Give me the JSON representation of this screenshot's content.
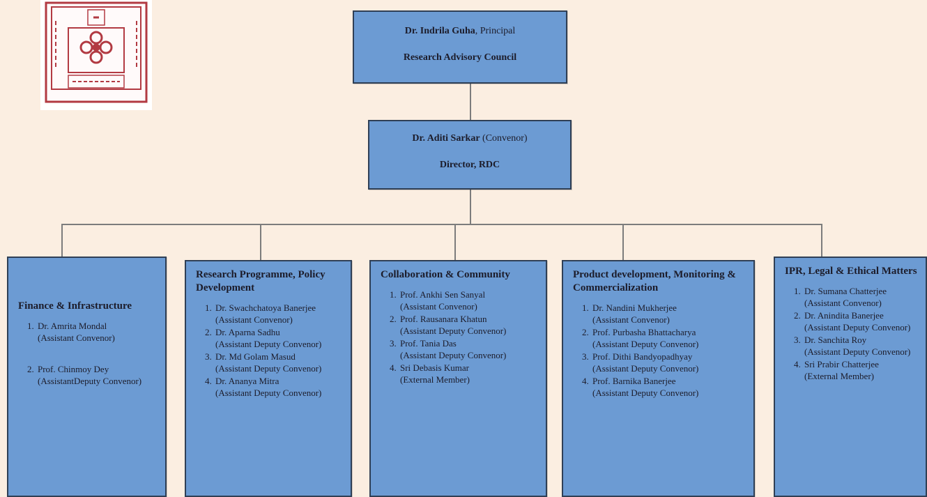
{
  "logo": {
    "icon": "college-seal-icon",
    "ring_color": "#b23a42"
  },
  "head": {
    "name": "Dr. Indrila Guha",
    "role": ", Principal",
    "council": "Research Advisory Council"
  },
  "convenor": {
    "name": "Dr. Aditi Sarkar",
    "role": " (Convenor)",
    "title": "Director, RDC"
  },
  "departments": [
    {
      "title": "Finance & Infrastructure",
      "members": [
        {
          "name": "Dr. Amrita Mondal",
          "role": "(Assistant Convenor)"
        },
        {
          "name": "Prof. Chinmoy Dey",
          "role": "(AssistantDeputy Convenor)"
        }
      ]
    },
    {
      "title": "Research Programme, Policy Development",
      "members": [
        {
          "name": "Dr. Swachchatoya Banerjee",
          "role": "(Assistant Convenor)"
        },
        {
          "name": "Dr. Aparna Sadhu",
          "role": "(Assistant Deputy Convenor)"
        },
        {
          "name": "Dr. Md Golam Masud",
          "role": "(Assistant Deputy Convenor)"
        },
        {
          "name": "Dr. Ananya Mitra",
          "role": "(Assistant Deputy Convenor)"
        }
      ]
    },
    {
      "title": "Collaboration & Community",
      "members": [
        {
          "name": "Prof. Ankhi Sen Sanyal",
          "role": "(Assistant Convenor)"
        },
        {
          "name": "Prof. Rausanara Khatun",
          "role": "(Assistant Deputy Convenor)"
        },
        {
          "name": "Prof. Tania Das",
          "role": "(Assistant Deputy Convenor)"
        },
        {
          "name": "Sri Debasis Kumar",
          "role": "(External Member)"
        }
      ]
    },
    {
      "title": "Product development, Monitoring & Commercialization",
      "members": [
        {
          "name": "Dr. Nandini Mukherjee",
          "role": "(Assistant Convenor)"
        },
        {
          "name": "Prof. Purbasha Bhattacharya",
          "role": "(Assistant Deputy Convenor)"
        },
        {
          "name": "Prof. Dithi Bandyopadhyay",
          "role": "(Assistant Deputy Convenor)"
        },
        {
          "name": "Prof. Barnika Banerjee",
          "role": "(Assistant Deputy Convenor)"
        }
      ]
    },
    {
      "title": "IPR, Legal & Ethical Matters",
      "members": [
        {
          "name": "Dr. Sumana Chatterjee",
          "role": "(Assistant Convenor)"
        },
        {
          "name": "Dr. Anindita Banerjee",
          "role": "(Assistant Deputy Convenor)"
        },
        {
          "name": "Dr. Sanchita Roy",
          "role": "(Assistant Deputy Convenor)"
        },
        {
          "name": "Sri Prabir Chatterjee",
          "role": "(External Member)"
        }
      ]
    }
  ]
}
